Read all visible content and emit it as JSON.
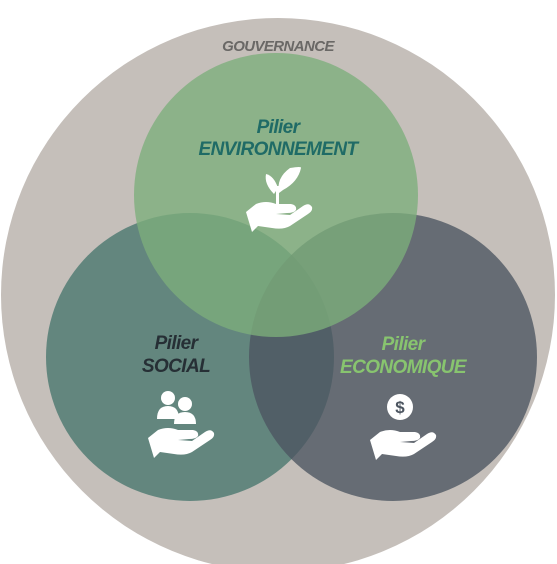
{
  "diagram": {
    "outer": {
      "label": "GOUVERNANCE"
    },
    "pillars": {
      "environment": {
        "title": "Pilier",
        "name": "ENVIRONNEMENT",
        "icon": "plant-in-hand-icon"
      },
      "social": {
        "title": "Pilier",
        "name": "SOCIAL",
        "icon": "people-in-hand-icon"
      },
      "economic": {
        "title": "Pilier",
        "name": "ECONOMIQUE",
        "icon": "coin-in-hand-icon"
      }
    }
  },
  "colors": {
    "background": "#ffffff",
    "governance_circle": "#c5bfba",
    "governance_text": "#6a6866",
    "environment_circle": "#7cae7b",
    "environment_text": "#1f6b66",
    "social_circle": "#5f837c",
    "social_text": "#262f35",
    "economic_circle": "#4c5560",
    "economic_text": "#88c46f",
    "icon": "#ffffff"
  }
}
